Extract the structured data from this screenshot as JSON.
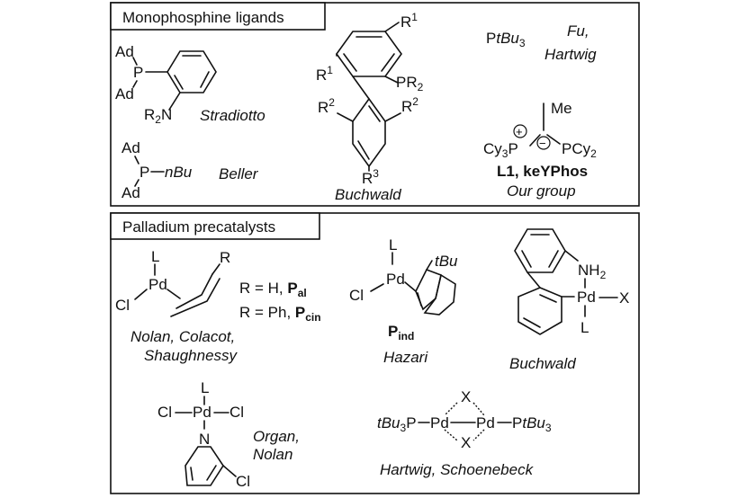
{
  "panels": {
    "mono_title": "Monophosphine ligands",
    "pre_title": "Palladium precatalysts"
  },
  "mono": {
    "stradiotto": {
      "ad1": "Ad",
      "ad2": "Ad",
      "p": "P",
      "r2n": "R",
      "r2n_sub": "2",
      "r2n_n": "N",
      "credit": "Stradiotto"
    },
    "beller": {
      "ad1": "Ad",
      "ad2": "Ad",
      "p": "P",
      "nbu": "nBu",
      "credit": "Beller"
    },
    "buchwald": {
      "r1_top": "R",
      "r1_top_sup": "1",
      "pr2": "PR",
      "pr2_sub": "2",
      "r1_left": "R",
      "r1_left_sup": "1",
      "r2_left": "R",
      "r2_left_sup": "2",
      "r2_right": "R",
      "r2_right_sup": "2",
      "r3": "R",
      "r3_sup": "3",
      "credit": "Buchwald"
    },
    "fu": {
      "ptbu3_p": "P",
      "ptbu3_tbu": "tBu",
      "ptbu3_sub": "3",
      "credit_1": "Fu,",
      "credit_2": "Hartwig"
    },
    "keyphos": {
      "me": "Me",
      "cy3p": "Cy",
      "cy3p_sub": "3",
      "cy3p_p": "P",
      "pcy2": "PCy",
      "pcy2_sub": "2",
      "plus": "+",
      "minus": "−",
      "label": "L1, keYPhos",
      "credit": "Our group"
    }
  },
  "pre": {
    "nolan": {
      "l": "L",
      "pd": "Pd",
      "cl": "Cl",
      "r": "R",
      "line1_a": "R = H, ",
      "line1_b": "P",
      "line1_sub": "al",
      "line2_a": "R = Ph, ",
      "line2_b": "P",
      "line2_sub": "cin",
      "credit_1": "Nolan, Colacot,",
      "credit_2": "Shaughnessy"
    },
    "hazari": {
      "l": "L",
      "pd": "Pd",
      "cl": "Cl",
      "tbu": "tBu",
      "label": "P",
      "label_sub": "ind",
      "credit": "Hazari"
    },
    "buchwald": {
      "nh2": "NH",
      "nh2_sub": "2",
      "pd": "Pd",
      "x": "X",
      "l": "L",
      "credit": "Buchwald"
    },
    "organ": {
      "l": "L",
      "cl_left": "Cl",
      "pd": "Pd",
      "cl_right": "Cl",
      "n": "N",
      "cl_ring": "Cl",
      "credit_1": "Organ,",
      "credit_2": "Nolan"
    },
    "dimer": {
      "x_top": "X",
      "x_bottom": "X",
      "left": "tBu",
      "left_sub": "3",
      "left_p": "P",
      "pd1": "Pd",
      "pd2": "Pd",
      "right_p": "P",
      "right": "tBu",
      "right_sub": "3",
      "credit": "Hartwig, Schoenebeck"
    }
  }
}
